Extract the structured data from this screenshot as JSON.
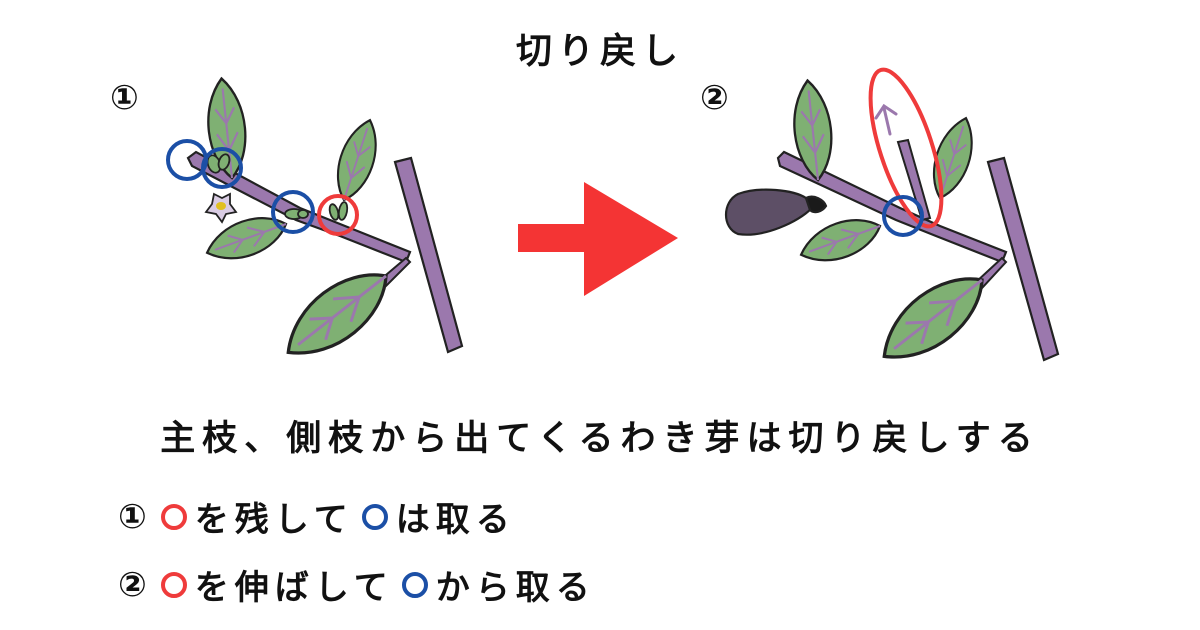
{
  "title": "切り戻し",
  "panel1": {
    "number": "①"
  },
  "panel2": {
    "number": "②"
  },
  "caption": "主枝、側枝から出てくるわき芽は切り戻しする",
  "steps": [
    {
      "number": "①",
      "before": "を残して",
      "after": "は取る"
    },
    {
      "number": "②",
      "before": "を伸ばして",
      "after": "から取る"
    }
  ],
  "colors": {
    "keep_marker": "#ef3b3b",
    "remove_marker": "#1b4fa6",
    "arrow": "#f43434",
    "stem": "#9b78ad",
    "leaf": "#7fb073",
    "eggplant": "#5d4f66"
  },
  "icons": {
    "arrow": "right-arrow-icon",
    "keep": "red-circle-icon",
    "remove": "blue-circle-icon"
  }
}
